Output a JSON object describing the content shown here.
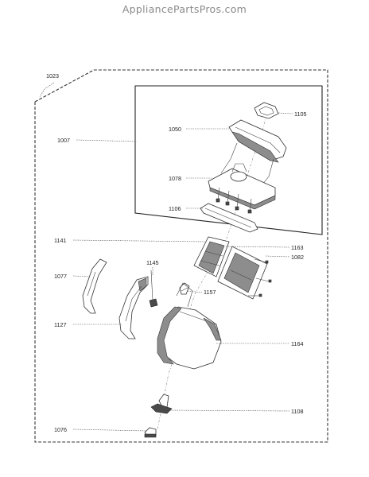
{
  "watermark": "AppliancePartsPros.com",
  "callouts": {
    "p1023": "1023",
    "p1007": "1007",
    "p1050": "1050",
    "p1105": "1105",
    "p1078": "1078",
    "p1106": "1106",
    "p1141": "1141",
    "p1163": "1163",
    "p1082": "1082",
    "p1145": "1145",
    "p1077": "1077",
    "p1157": "1157",
    "p1127": "1127",
    "p1164": "1164",
    "p1108": "1108",
    "p1076": "1076"
  }
}
